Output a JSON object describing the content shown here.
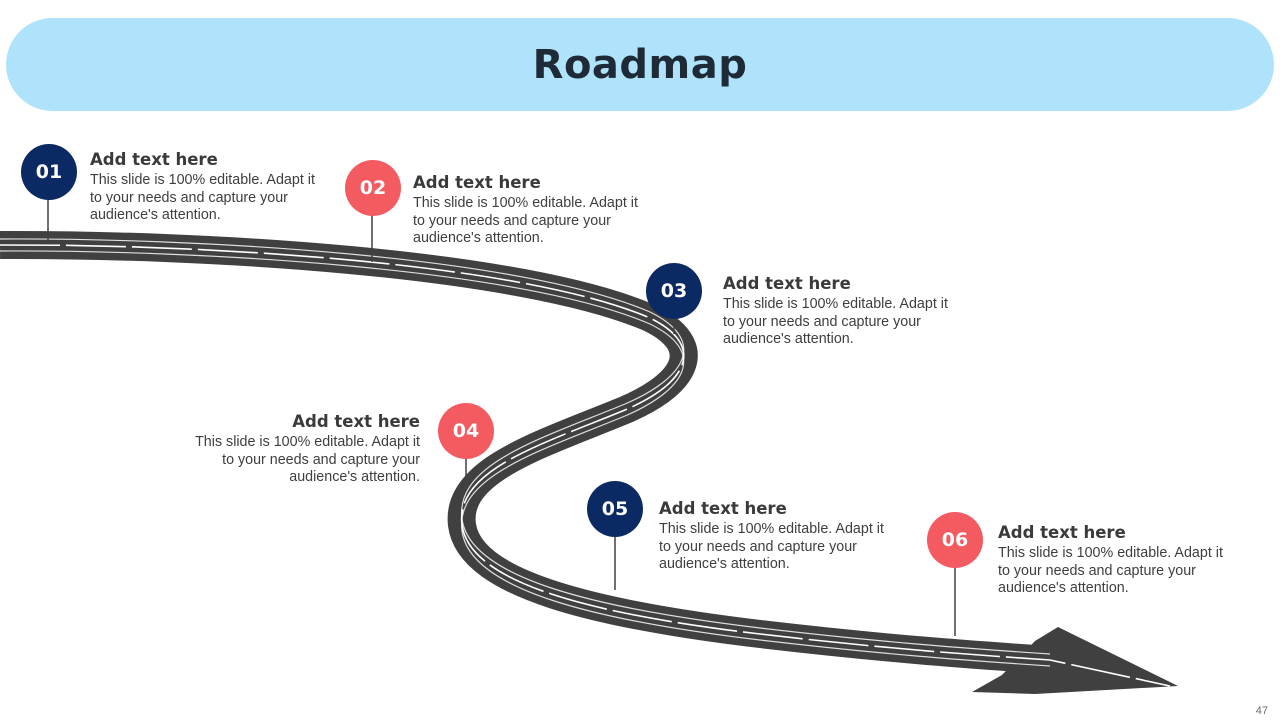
{
  "slide": {
    "title": "Roadmap",
    "page_number": "47"
  },
  "colors": {
    "banner": "#afe3fb",
    "navy": "#0b2a63",
    "coral": "#f45b60",
    "road": "#404040",
    "road_line": "#ffffff"
  },
  "milestones": [
    {
      "number": "01",
      "color": "navy",
      "title": "Add text here",
      "body": "This slide is 100% editable. Adapt it to your needs and capture your audience's attention."
    },
    {
      "number": "02",
      "color": "coral",
      "title": "Add text here",
      "body": "This slide is 100% editable. Adapt it to your needs and capture your audience's attention."
    },
    {
      "number": "03",
      "color": "navy",
      "title": "Add text here",
      "body": "This slide is 100% editable. Adapt it to your needs and capture your audience's attention."
    },
    {
      "number": "04",
      "color": "coral",
      "title": "Add text here",
      "body": "This slide is 100% editable. Adapt it to your needs and capture your audience's attention."
    },
    {
      "number": "05",
      "color": "navy",
      "title": "Add text here",
      "body": "This slide is 100% editable. Adapt it to your needs and capture your audience's attention."
    },
    {
      "number": "06",
      "color": "coral",
      "title": "Add text here",
      "body": "This slide is 100% editable. Adapt it to your needs and capture your audience's attention."
    }
  ]
}
